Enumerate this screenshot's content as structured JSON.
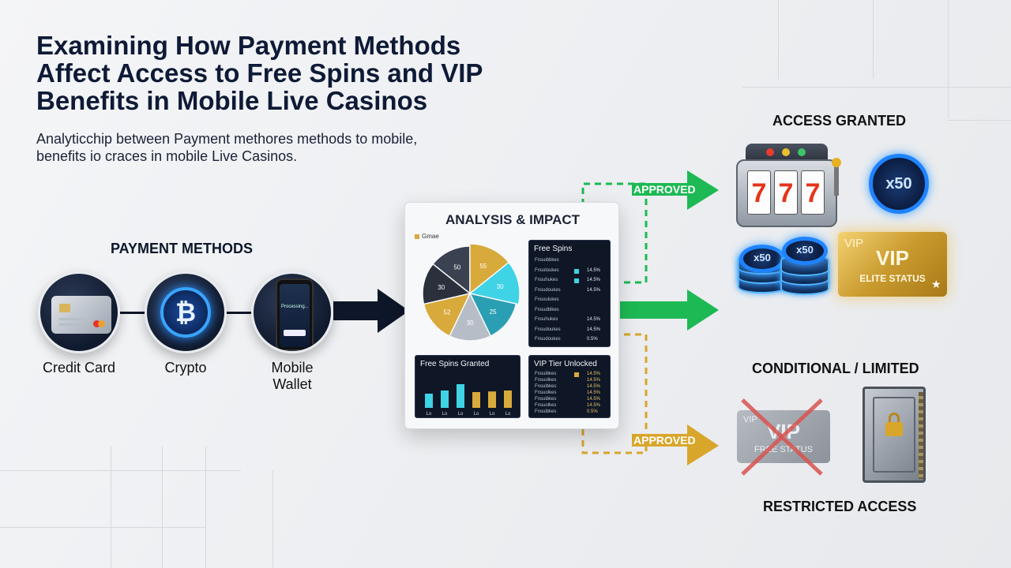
{
  "header": {
    "title_lines": [
      "Examining How Payment Methods",
      "Affect Access to Free Spins and VIP",
      "Benefits in Mobile Live Casinos"
    ],
    "subtitle_lines": [
      "Analyticchip between Payment methores methods to mobile,",
      "benefits io craces in mobile Live Casinos."
    ]
  },
  "payment_methods": {
    "label": "PAYMENT METHODS",
    "items": [
      {
        "label": "Credit Card",
        "icon": "credit-card-icon"
      },
      {
        "label": "Crypto",
        "icon": "bitcoin-icon"
      },
      {
        "label": "Mobile\nWallet",
        "icon": "mobile-phone-icon",
        "screen_text": "Processing..."
      }
    ]
  },
  "analysis_panel": {
    "title": "ANALYSIS & IMPACT",
    "legend_label": "Gmae",
    "pie_labels": [
      "50",
      "55",
      "30",
      "25",
      "30",
      "52",
      "30"
    ],
    "free_spins_table": {
      "title": "Free Spins",
      "rows": [
        {
          "label": "Fnsuibbkes",
          "value": ""
        },
        {
          "label": "Fnsoloukes",
          "value": "14.5%"
        },
        {
          "label": "Fnsuhukes",
          "value": "14.5%"
        },
        {
          "label": "Fnsudoukes",
          "value": "14.5%"
        },
        {
          "label": "Fnsoulukes",
          "value": ""
        },
        {
          "label": "Fnsudblkes",
          "value": ""
        },
        {
          "label": "Fnsuhukes",
          "value": "14.5%"
        },
        {
          "label": "Fnsudoukes",
          "value": "14.5%"
        },
        {
          "label": "Fnsudoukes",
          "value": "0.5%"
        }
      ]
    },
    "free_spins_chart": {
      "title": "Free Spins Granted",
      "x_labels": [
        "Lo",
        "Lo",
        "Lo",
        "Lo",
        "Lo",
        "Lo"
      ]
    },
    "vip_tier_table": {
      "title": "VIP Tier Unlocked",
      "rows": [
        {
          "label": "Fnsuibkes",
          "value": "14.5%"
        },
        {
          "label": "Fnsuolkes",
          "value": "14.5%"
        },
        {
          "label": "Fnsuibkes",
          "value": "14.5%"
        },
        {
          "label": "Fnsuolkes",
          "value": "14.5%"
        },
        {
          "label": "Fnsuibkes",
          "value": "14.5%"
        },
        {
          "label": "Fnsuolkes",
          "value": "14.5%"
        },
        {
          "label": "Fnsuibkes",
          "value": "0.5%"
        }
      ]
    }
  },
  "flows": {
    "approved_top": "APPROVED",
    "approved_bottom": "APPROVED"
  },
  "outcomes": {
    "access_granted": "ACCESS GRANTED",
    "conditional": "CONDITIONAL / LIMITED",
    "restricted": "RESTRICTED ACCESS",
    "slot_symbols": [
      "7",
      "7",
      "7"
    ],
    "chip_label": "x50",
    "vip_gold": {
      "small": "VIP",
      "big": "VIP",
      "status": "ELITE STATUS"
    },
    "vip_grey": {
      "small": "VIP",
      "big": "VIP",
      "status": "FREE STATUS"
    }
  },
  "colors": {
    "navy": "#0e1629",
    "green": "#1db954",
    "gold": "#d9a62c",
    "cyan": "#3fd3e6",
    "red": "#d9534f"
  }
}
